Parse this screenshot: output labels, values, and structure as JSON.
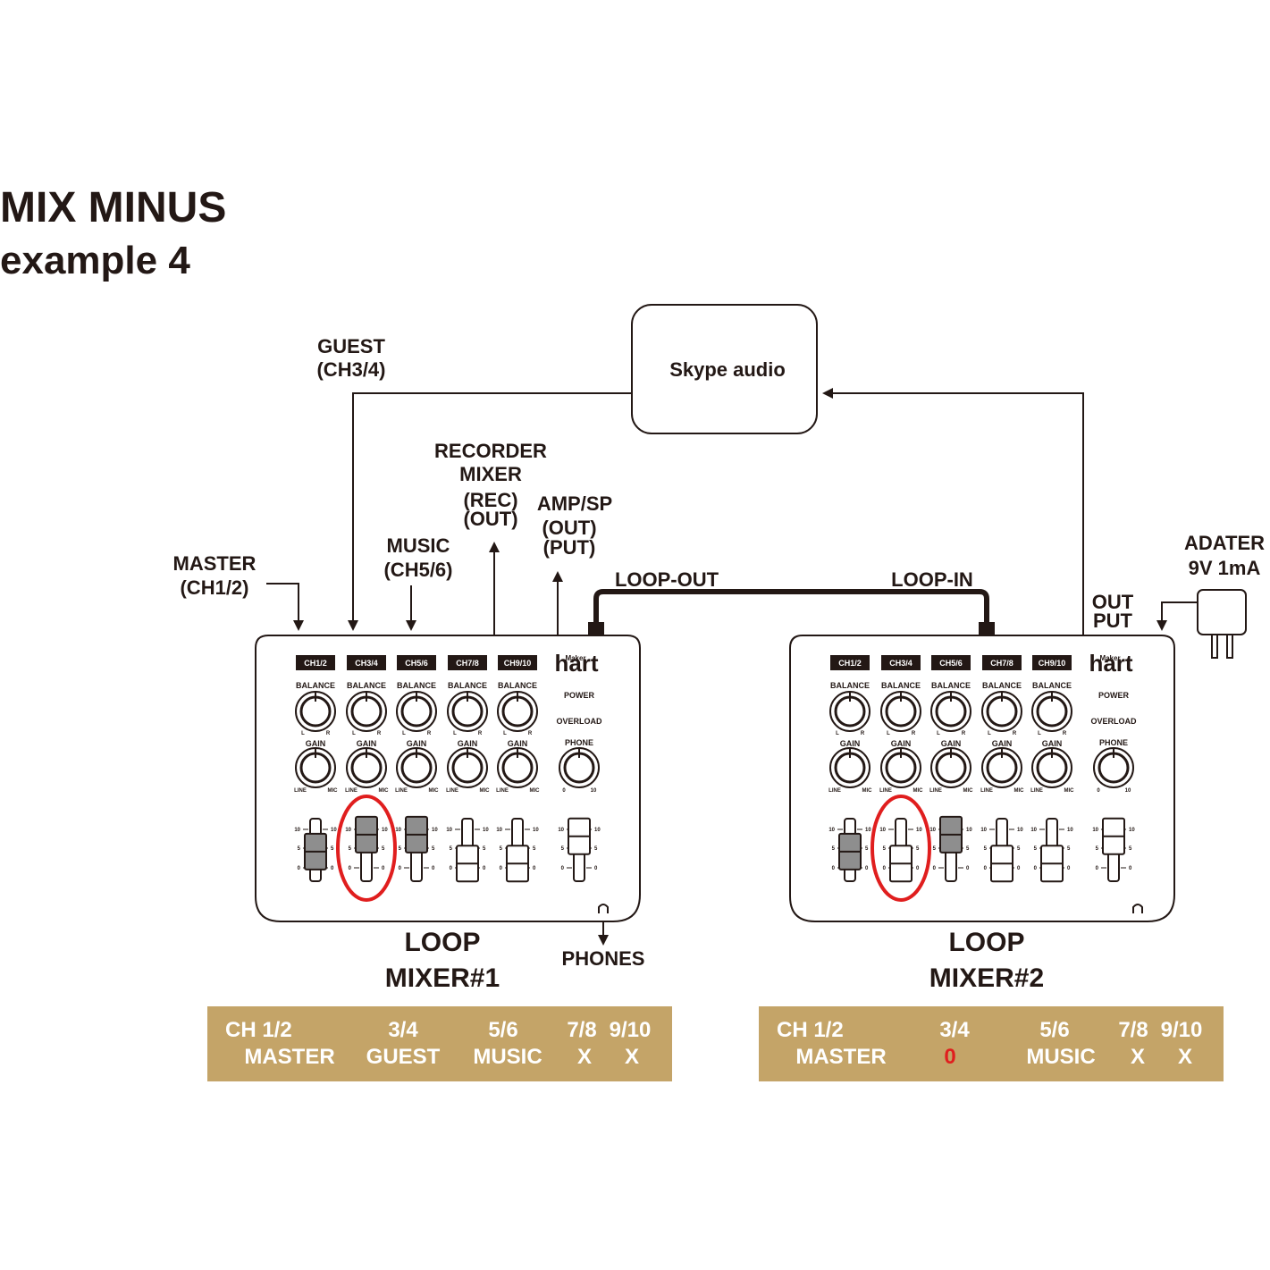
{
  "title": {
    "line1": "MIX MINUS",
    "line2": "example 4"
  },
  "skype": {
    "label": "Skype audio"
  },
  "labels": {
    "guest": [
      "GUEST",
      "(CH3/4)"
    ],
    "master": [
      "MASTER",
      "(CH1/2)"
    ],
    "music": [
      "MUSIC",
      "(CH5/6)"
    ],
    "recorder": [
      "RECORDER",
      "MIXER",
      "(REC)",
      "(OUT)"
    ],
    "amp": [
      "AMP/SP",
      "(OUT)",
      "(PUT)"
    ],
    "loop_out": "LOOP-OUT",
    "loop_in": "LOOP-IN",
    "out_put": [
      "OUT",
      "PUT"
    ],
    "adapter": [
      "ADATER",
      "9V 1mA"
    ],
    "phones": "PHONES"
  },
  "mixer_panel": {
    "channels": [
      "CH1/2",
      "CH3/4",
      "CH5/6",
      "CH7/8",
      "CH9/10"
    ],
    "balance": "BALANCE",
    "gain": "GAIN",
    "l": "L",
    "r": "R",
    "line": "LINE",
    "mic": "MIC",
    "power": "POWER",
    "overload": "OVERLOAD",
    "phone": "PHONE",
    "phone_min": "0",
    "phone_max": "10",
    "scale": [
      "10",
      "5",
      "0"
    ],
    "logo_top": "Maker",
    "logo": "hart"
  },
  "mixer1": {
    "name": [
      "LOOP",
      "MIXER#1"
    ],
    "fader_levels": [
      0.45,
      0.95,
      0.95,
      0.1,
      0.1,
      0.9
    ],
    "highlight_channel": "CH3/4"
  },
  "mixer2": {
    "name": [
      "LOOP",
      "MIXER#2"
    ],
    "fader_levels": [
      0.45,
      0.1,
      0.95,
      0.1,
      0.1,
      0.9
    ],
    "highlight_channel": "CH3/4"
  },
  "assign1": {
    "row1": [
      "CH  1/2",
      "3/4",
      "5/6",
      "7/8",
      "9/10"
    ],
    "row2": [
      "MASTER",
      "GUEST",
      "MUSIC",
      "X",
      "X"
    ]
  },
  "assign2": {
    "row1": [
      "CH  1/2",
      "3/4",
      "5/6",
      "7/8",
      "9/10"
    ],
    "row2": [
      "MASTER",
      "0",
      "MUSIC",
      "X",
      "X"
    ]
  },
  "colors": {
    "band": "#c4a468",
    "highlight": "#e01e1e",
    "ink": "#231815",
    "fader_gray": "#8e8e8e"
  }
}
